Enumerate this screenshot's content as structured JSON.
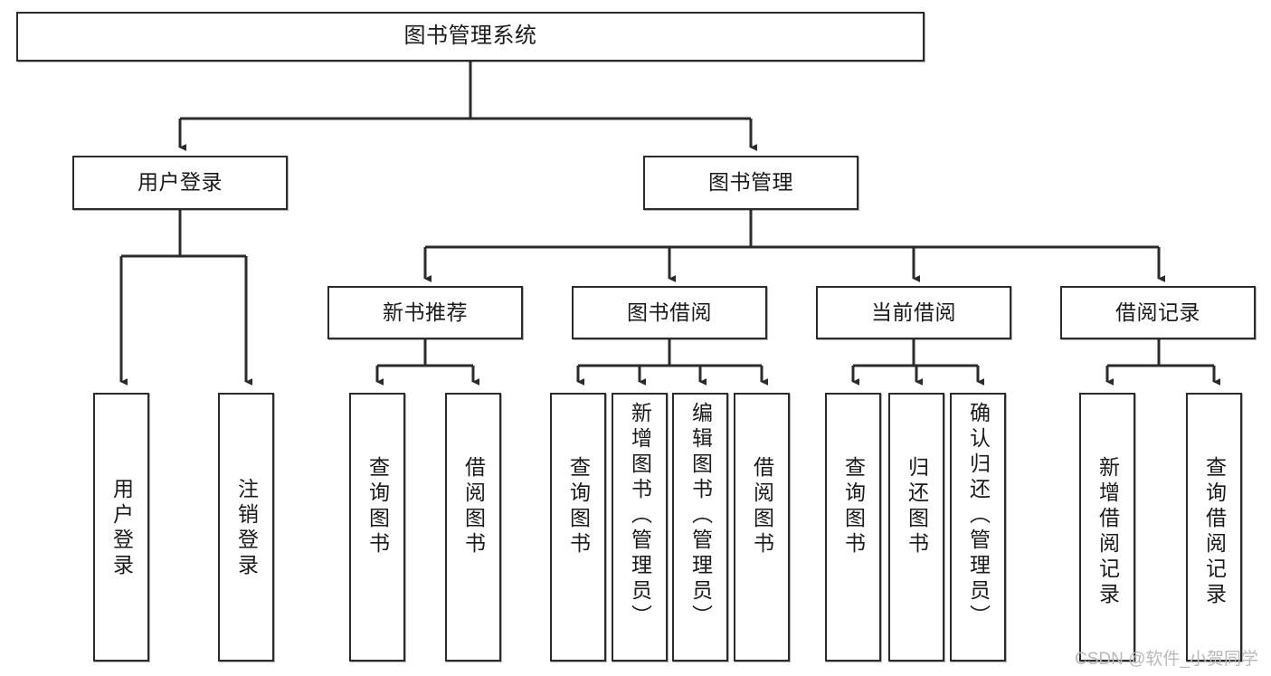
{
  "diagram": {
    "title": "图书管理系统",
    "type": "tree-hierarchy",
    "watermark": "CSDN @软件_小贺同学",
    "colors": {
      "box_border": "#2b2b2b",
      "box_fill": "#ffffff",
      "connector": "#2b2b2b",
      "text": "#1a1a1a",
      "watermark": "#b9b9b9"
    },
    "root": {
      "label": "图书管理系统"
    },
    "level2": [
      {
        "id": "user-login",
        "label": "用户登录"
      },
      {
        "id": "book-manage",
        "label": "图书管理"
      }
    ],
    "level3": [
      {
        "id": "new-book-recommend",
        "label": "新书推荐"
      },
      {
        "id": "book-borrow",
        "label": "图书借阅"
      },
      {
        "id": "current-borrow",
        "label": "当前借阅"
      },
      {
        "id": "borrow-record",
        "label": "借阅记录"
      }
    ],
    "leaves": {
      "user_login": [
        {
          "id": "leaf-user-login",
          "label": "用户登录"
        },
        {
          "id": "leaf-logout-login",
          "label": "注销登录"
        }
      ],
      "new_book_recommend": [
        {
          "id": "leaf-query-book-1",
          "label": "查询图书"
        },
        {
          "id": "leaf-borrow-book-1",
          "label": "借阅图书"
        }
      ],
      "book_borrow": [
        {
          "id": "leaf-query-book-2",
          "label": "查询图书"
        },
        {
          "id": "leaf-add-book",
          "label": "新增图书（管理员）"
        },
        {
          "id": "leaf-edit-book",
          "label": "编辑图书（管理员）"
        },
        {
          "id": "leaf-borrow-book-2",
          "label": "借阅图书"
        }
      ],
      "current_borrow": [
        {
          "id": "leaf-query-book-3",
          "label": "查询图书"
        },
        {
          "id": "leaf-return-book",
          "label": "归还图书"
        },
        {
          "id": "leaf-confirm-return",
          "label": "确认归还（管理员）"
        }
      ],
      "borrow_record": [
        {
          "id": "leaf-add-record",
          "label": "新增借阅记录"
        },
        {
          "id": "leaf-query-record",
          "label": "查询借阅记录"
        }
      ]
    }
  }
}
